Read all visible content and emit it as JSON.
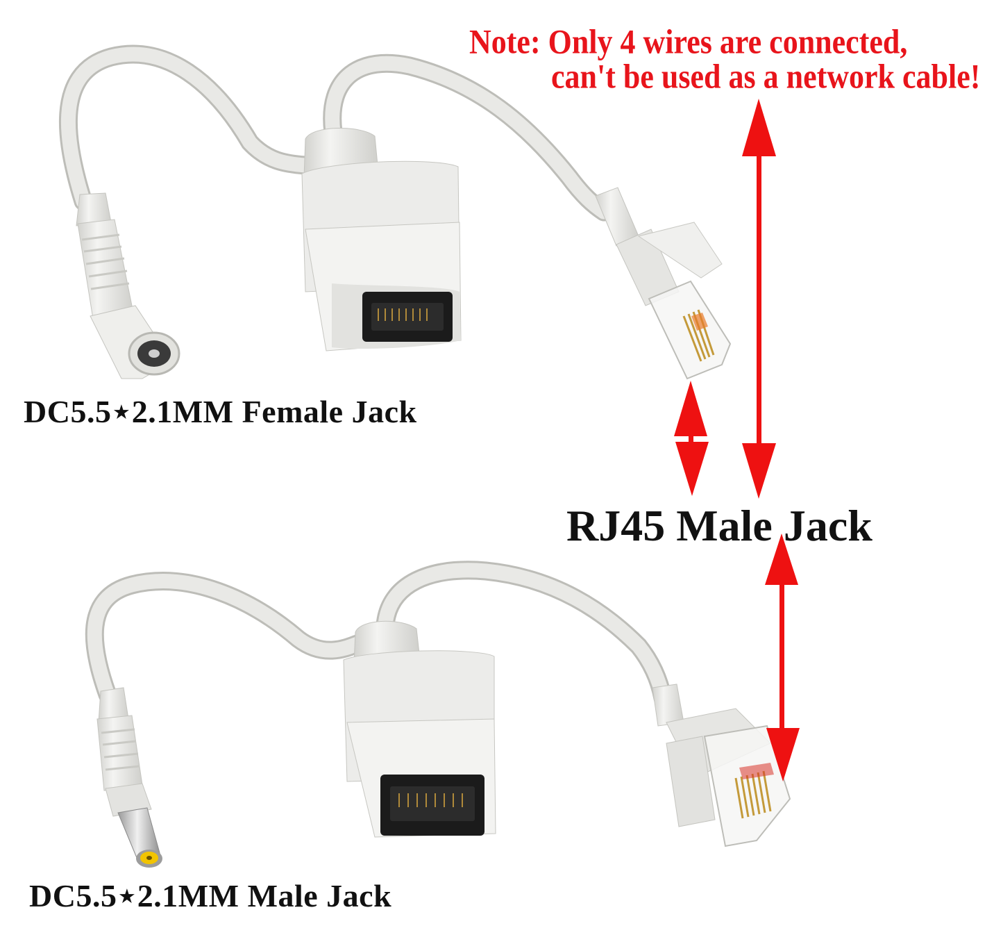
{
  "note": {
    "line1": "Note: Only 4 wires are connected,",
    "line2": "can't be used as a network cable!"
  },
  "labels": {
    "female_jack": "DC5.5⋆2.1MM Female Jack",
    "rj45_male_jack": "RJ45 Male Jack",
    "male_jack": "DC5.5⋆2.1MM Male Jack"
  },
  "colors": {
    "note_text": "#e8141b",
    "arrow": "#ee1111",
    "label_text": "#111111",
    "cable": "#e7e7e4",
    "cable_edge": "#bdbdb8",
    "port": "#1a1a1a",
    "dc_tip": "#f2c400"
  },
  "icons": [
    "double-arrow-icon"
  ]
}
